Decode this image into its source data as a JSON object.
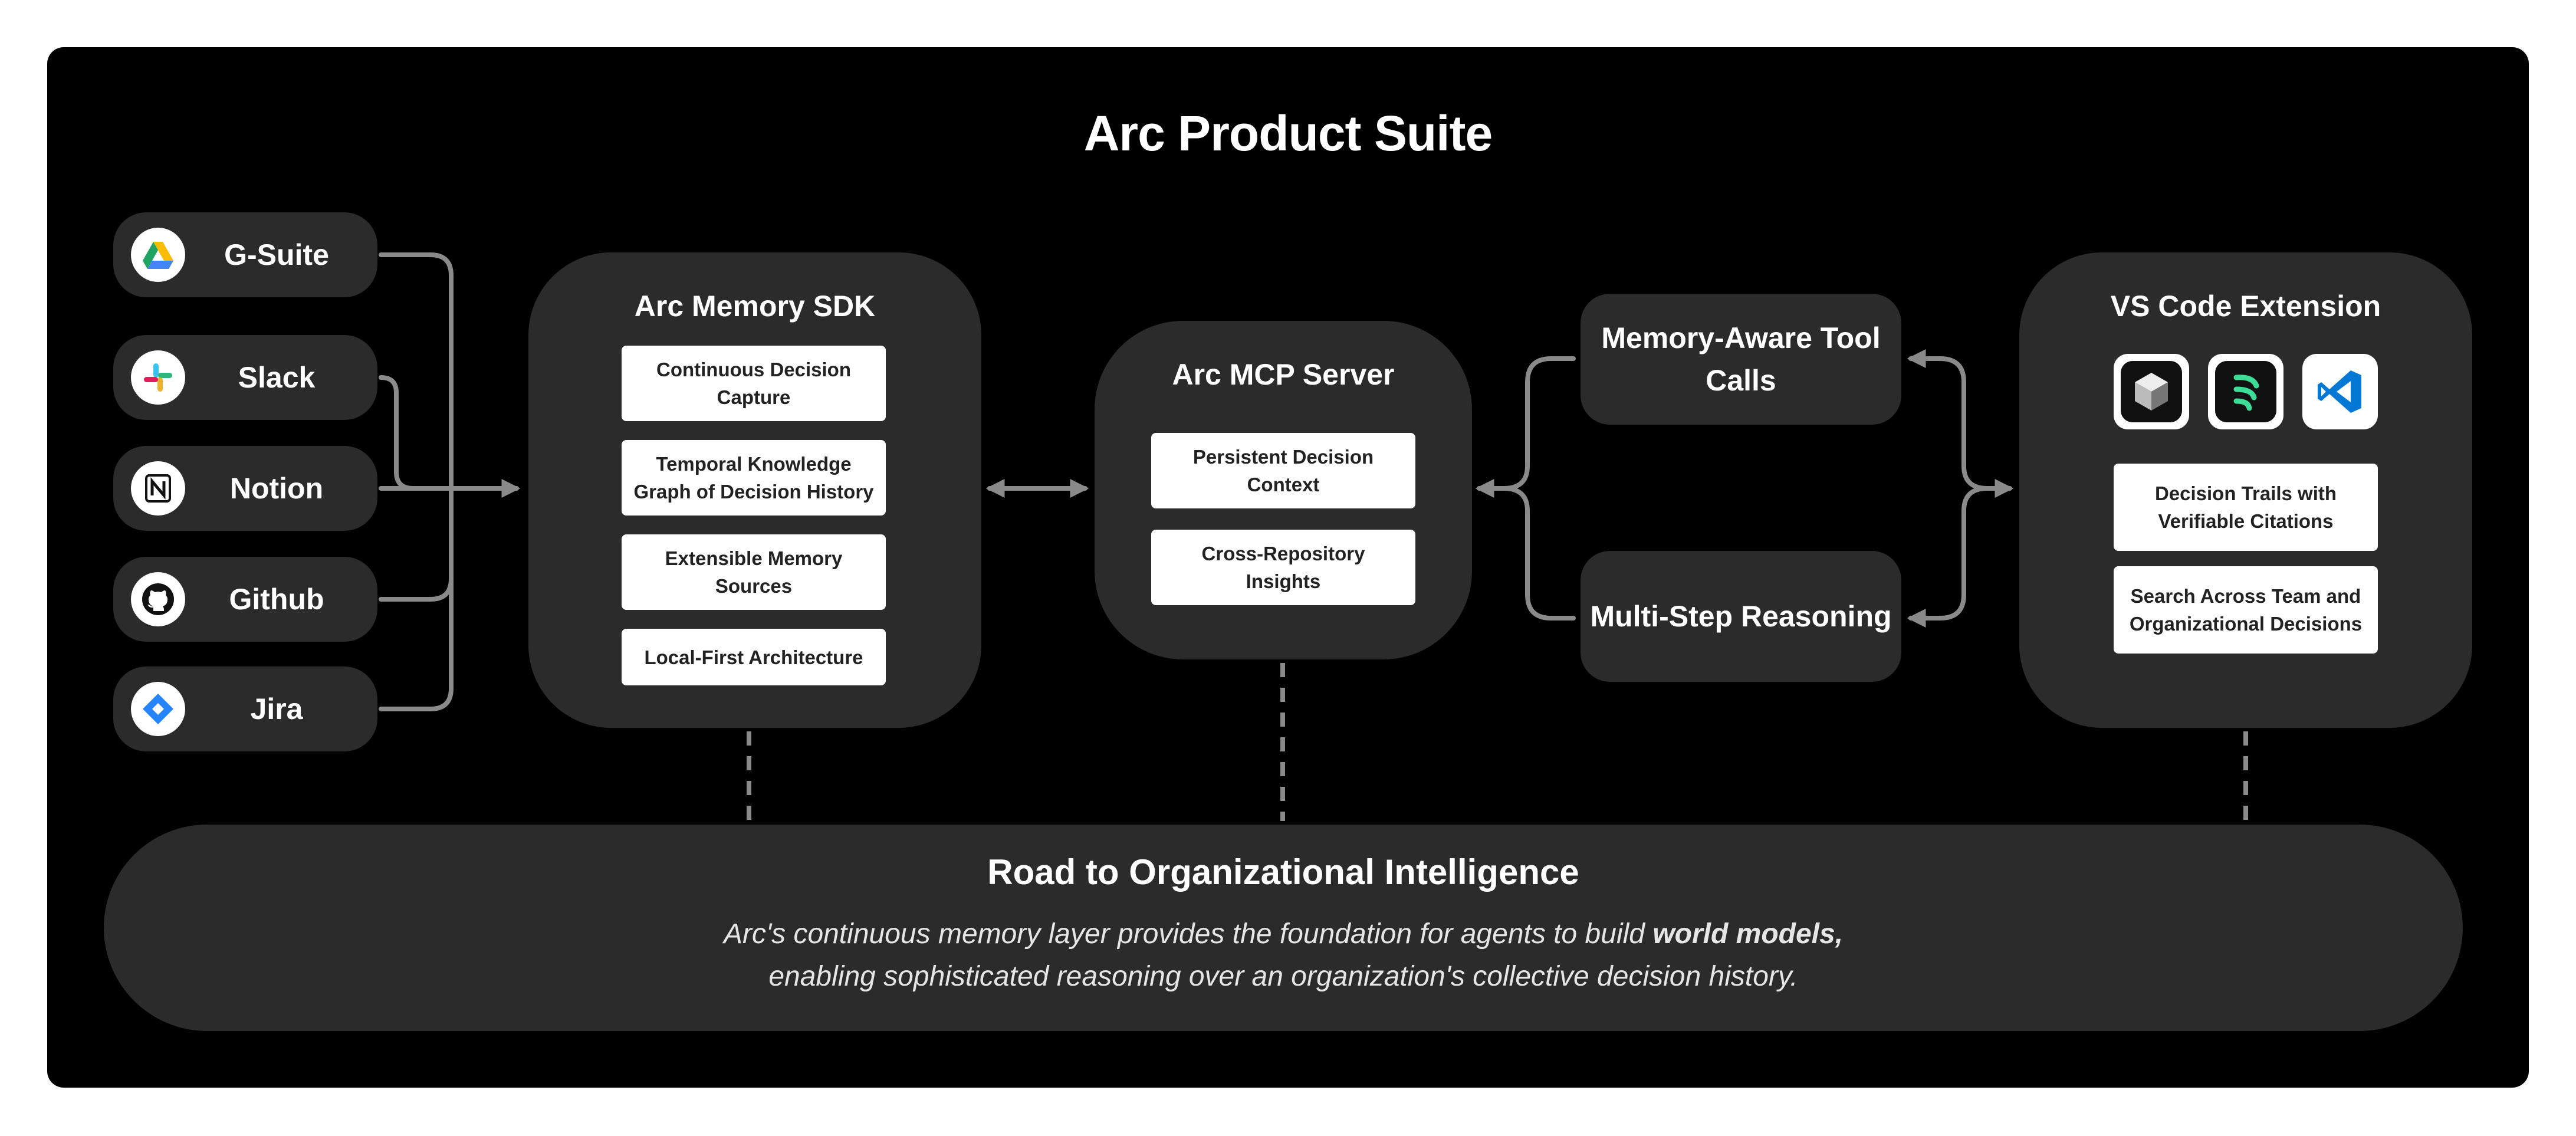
{
  "title": "Arc Product Suite",
  "sources": [
    {
      "label": "G-Suite",
      "icon": "google-drive-icon"
    },
    {
      "label": "Slack",
      "icon": "slack-icon"
    },
    {
      "label": "Notion",
      "icon": "notion-icon"
    },
    {
      "label": "Github",
      "icon": "github-icon"
    },
    {
      "label": "Jira",
      "icon": "jira-icon"
    }
  ],
  "sdk": {
    "title": "Arc Memory SDK",
    "items": [
      "Continuous  Decision Capture",
      "Temporal Knowledge Graph of Decision History",
      "Extensible Memory Sources",
      "Local-First Architecture"
    ]
  },
  "mcp": {
    "title": "Arc MCP Server",
    "items": [
      "Persistent Decision Context",
      "Cross-Repository Insights"
    ]
  },
  "capabilities": [
    "Memory-Aware Tool Calls",
    "Multi-Step Reasoning"
  ],
  "vscode": {
    "title": "VS Code Extension",
    "icons": [
      "cube-app-icon",
      "arc-logo-icon",
      "vscode-icon"
    ],
    "items": [
      "Decision Trails with Verifiable Citations",
      "Search Across Team and Organizational Decisions"
    ]
  },
  "road": {
    "title": "Road to Organizational Intelligence",
    "body_part1": "Arc's continuous memory layer provides the foundation for agents to build ",
    "body_bold": "world models,",
    "body_part2": "enabling sophisticated reasoning over an organization's collective decision history."
  },
  "colors": {
    "background": "#000000",
    "panel": "#2b2b2b",
    "card": "#ffffff",
    "connector": "#8a8a8a",
    "text": "#ffffff"
  }
}
